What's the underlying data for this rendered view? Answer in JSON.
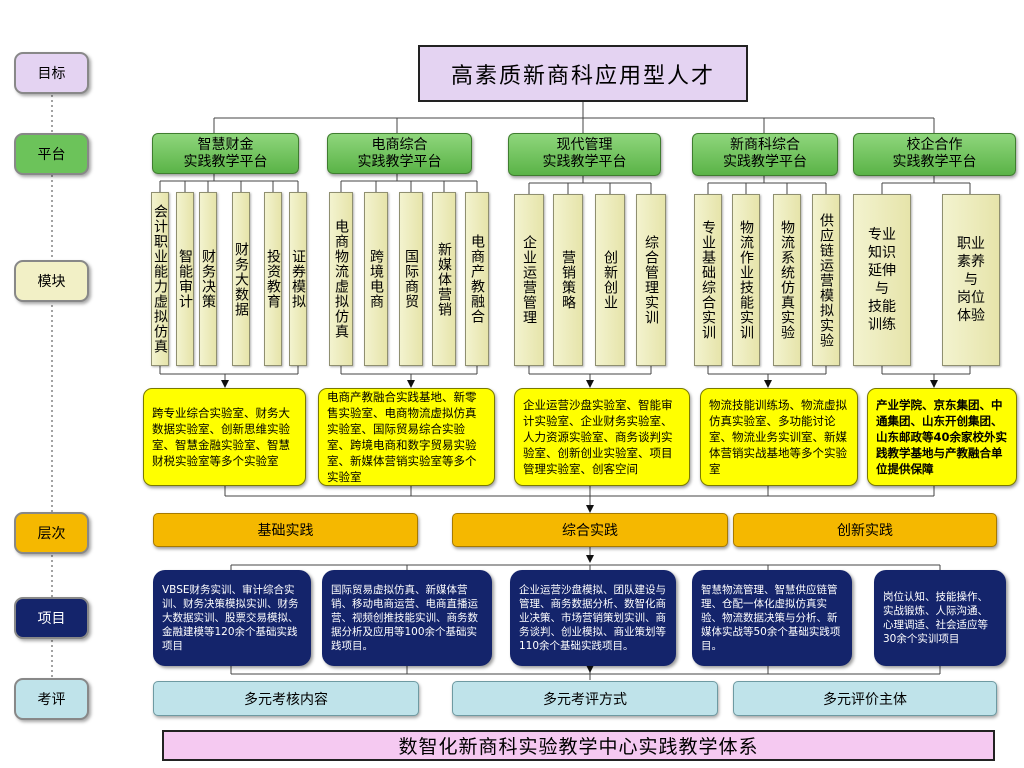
{
  "sidebar": {
    "goal": "目标",
    "platform": "平台",
    "module": "模块",
    "level": "层次",
    "project": "项目",
    "evaluation": "考评"
  },
  "goal": "高素质新商科应用型人才",
  "platforms": [
    {
      "title": "智慧财金\n实践教学平台",
      "modules": [
        "会计职业能力虚拟仿真",
        "智能审计",
        "财务决策",
        "财务大数据",
        "投资教育",
        "证券模拟"
      ],
      "labs": "跨专业综合实验室、财务大数据实验室、创新思维实验室、智慧金融实验室、智慧财税实验室等多个实验室"
    },
    {
      "title": "电商综合\n实践教学平台",
      "modules": [
        "电商物流虚拟仿真",
        "跨境电商",
        "国际商贸",
        "新媒体营销",
        "电商产教融合"
      ],
      "labs": "电商产教融合实践基地、新零售实验室、电商物流虚拟仿真实验室、国际贸易综合实验室、跨境电商和数字贸易实验室、新媒体营销实验室等多个实验室"
    },
    {
      "title": "现代管理\n实践教学平台",
      "modules": [
        "企业运营管理",
        "营销策略",
        "创新创业",
        "综合管理实训"
      ],
      "labs": "企业运营沙盘实验室、智能审计实验室、企业财务实验室、人力资源实验室、商务谈判实验室、创新创业实验室、项目管理实验室、创客空间"
    },
    {
      "title": "新商科综合\n实践教学平台",
      "modules": [
        "专业基础综合实训",
        "物流作业技能实训",
        "物流系统仿真实验",
        "供应链运营模拟实验"
      ],
      "labs": "物流技能训练场、物流虚拟仿真实验室、多功能讨论室、物流业务实训室、新媒体营销实战基地等多个实验室"
    },
    {
      "title": "校企合作\n实践教学平台",
      "modules": [
        "专业\n知识\n延伸\n与\n技能\n训练",
        "职业\n素养\n与\n岗位\n体验"
      ],
      "labs": "产业学院、京东集团、中通集团、山东开创集团、山东邮政等40余家校外实践教学基地与产教融合单位提供保障"
    }
  ],
  "levels": [
    "基础实践",
    "综合实践",
    "创新实践"
  ],
  "projects": [
    "VBSE财务实训、审计综合实训、财务决策模拟实训、财务大数据实训、股票交易模拟、金融建模等120余个基础实践项目",
    "国际贸易虚拟仿真、新媒体营销、移动电商运营、电商直播运营、视频创推技能实训、商务数据分析及应用等100余个基础实践项目。",
    "企业运营沙盘模拟、团队建设与管理、商务数据分析、数智化商业决策、市场营销策划实训、商务谈判、创业模拟、商业策划等110余个基础实践项目。",
    "智慧物流管理、智慧供应链管理、仓配一体化虚拟仿真实验、物流数据决策与分析、新媒体实战等50余个基础实践项目。",
    "岗位认知、技能操作、实战锻炼、人际沟通、心理调适、社会适应等30余个实训项目"
  ],
  "evaluations": [
    "多元考核内容",
    "多元考评方式",
    "多元评价主体"
  ],
  "footer": "数智化新商科实验教学中心实践教学体系",
  "colors": {
    "goal_fill": "#e4d3f2",
    "platform_green": "#6cc35a",
    "module_beige": "#eeeebd",
    "lab_yellow": "#ffff00",
    "level_orange": "#f5b800",
    "project_navy": "#14246b",
    "evaluation_blue": "#bfe3ea",
    "footer_pink": "#f5c9f1"
  }
}
